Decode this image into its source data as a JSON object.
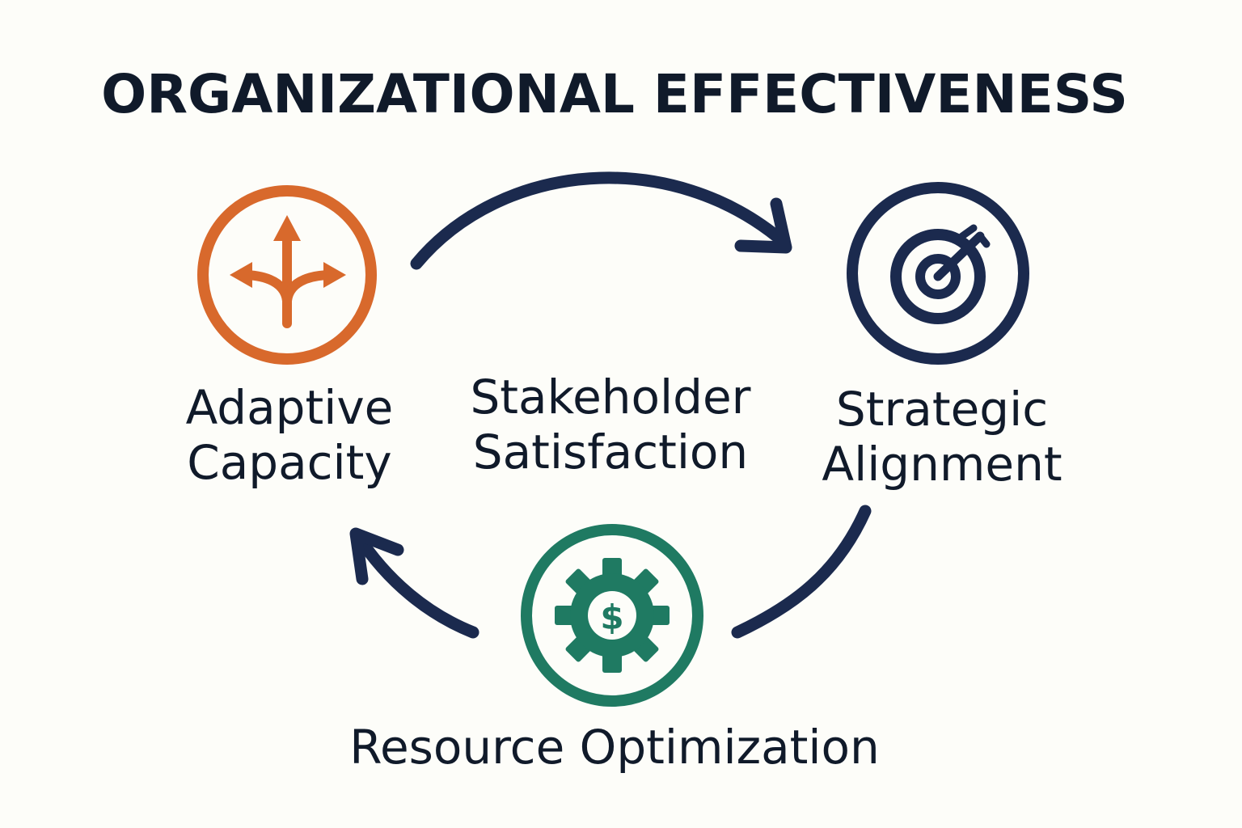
{
  "title": "ORGANIZATIONAL EFFECTIVENESS",
  "colors": {
    "background": "#fdfdf9",
    "navy": "#1b2a4e",
    "orange": "#d8692c",
    "green": "#1f7a62",
    "text": "#101a2a"
  },
  "nodes": [
    {
      "id": "adaptive",
      "label_lines": [
        "Adaptive",
        "Capacity"
      ],
      "icon": "diverging-arrows-icon",
      "color": "#d8692c"
    },
    {
      "id": "stakeholder",
      "label_lines": [
        "Stakeholder",
        "Satisfaction"
      ]
    },
    {
      "id": "strategic",
      "label_lines": [
        "Strategic",
        "Alignment"
      ],
      "icon": "target-icon",
      "color": "#1b2a4e"
    },
    {
      "id": "resource",
      "label_lines": [
        "Resource Optimization"
      ],
      "icon": "gear-dollar-icon",
      "color": "#1f7a62"
    }
  ],
  "cycle_arrows": [
    {
      "from": "adaptive",
      "to": "strategic"
    },
    {
      "from": "strategic",
      "to": "resource"
    },
    {
      "from": "resource",
      "to": "adaptive"
    }
  ],
  "dollar_symbol": "$"
}
